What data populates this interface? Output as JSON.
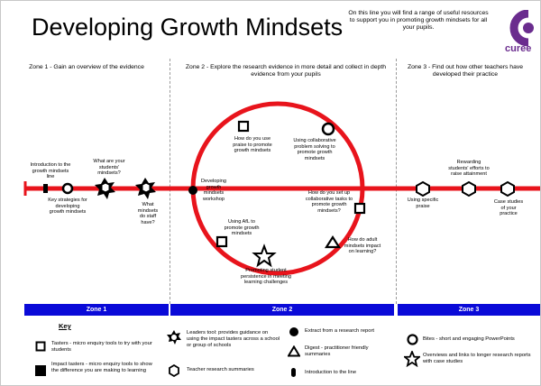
{
  "header": {
    "title": "Developing Growth Mindsets",
    "intro": "On this line you will find a range of useful resources to support you in promoting growth mindsets for all your pupils.",
    "logo_text": "curee"
  },
  "zones": {
    "zone1_heading": "Zone 1 - Gain an overview of the evidence",
    "zone2_heading": "Zone 2 - Explore the research evidence in more detail and collect in depth evidence from your pupils",
    "zone3_heading": "Zone 3 - Find out how other teachers have developed their practice"
  },
  "nodes": {
    "intro_line": "Introduction to the growth mindsets line",
    "key_strategies": "Key strategies for developing growth mindsets",
    "what_are_mindsets": "What are your students' mindsets?",
    "staff_mindsets": "What mindsets do staff have?",
    "workshop": "Developing growth mindsets workshop",
    "praise": "How do you use praise to promote growth mindsets",
    "collab_problem": "Using collaborative problem solving to promote growth mindsets",
    "collab_tasks": "How do you set up collaborative tasks to promote growth mindsets?",
    "adult_mindsets": "How do adult mindsets impact on learning?",
    "persistence": "Promoting student persistence in meeting learning challenges",
    "afl": "Using AfL to promote growth mindsets",
    "specific_praise": "Using specific praise",
    "rewarding": "Rewarding students' efforts to raise attainment",
    "case_studies": "Case studies of your practice"
  },
  "bands": {
    "zone1": "Zone 1",
    "zone2": "Zone 2",
    "zone3": "Zone 3"
  },
  "key": {
    "title": "Key",
    "tasters": "Tasters - micro enquiry tools to try with your students",
    "impact_tasters": "Impact tasters - micro enquiry tools to show the difference you are making to learning",
    "leaders_tool": "Leaders tool: provides guidance on using the impact tasters across a school or group of schools",
    "teacher_research": "Teacher research summaries",
    "extract": "Extract from a research report",
    "digest": "Digest - practitioner friendly summaries",
    "introduction": "Introduction to the line",
    "bites": "Bites - short and engaging PowerPoints",
    "overviews": "Overviews and links to longer research reports with case studies"
  },
  "colors": {
    "line": "#e8141c",
    "band": "#0a0ad8",
    "logo": "#6a2c8e"
  }
}
